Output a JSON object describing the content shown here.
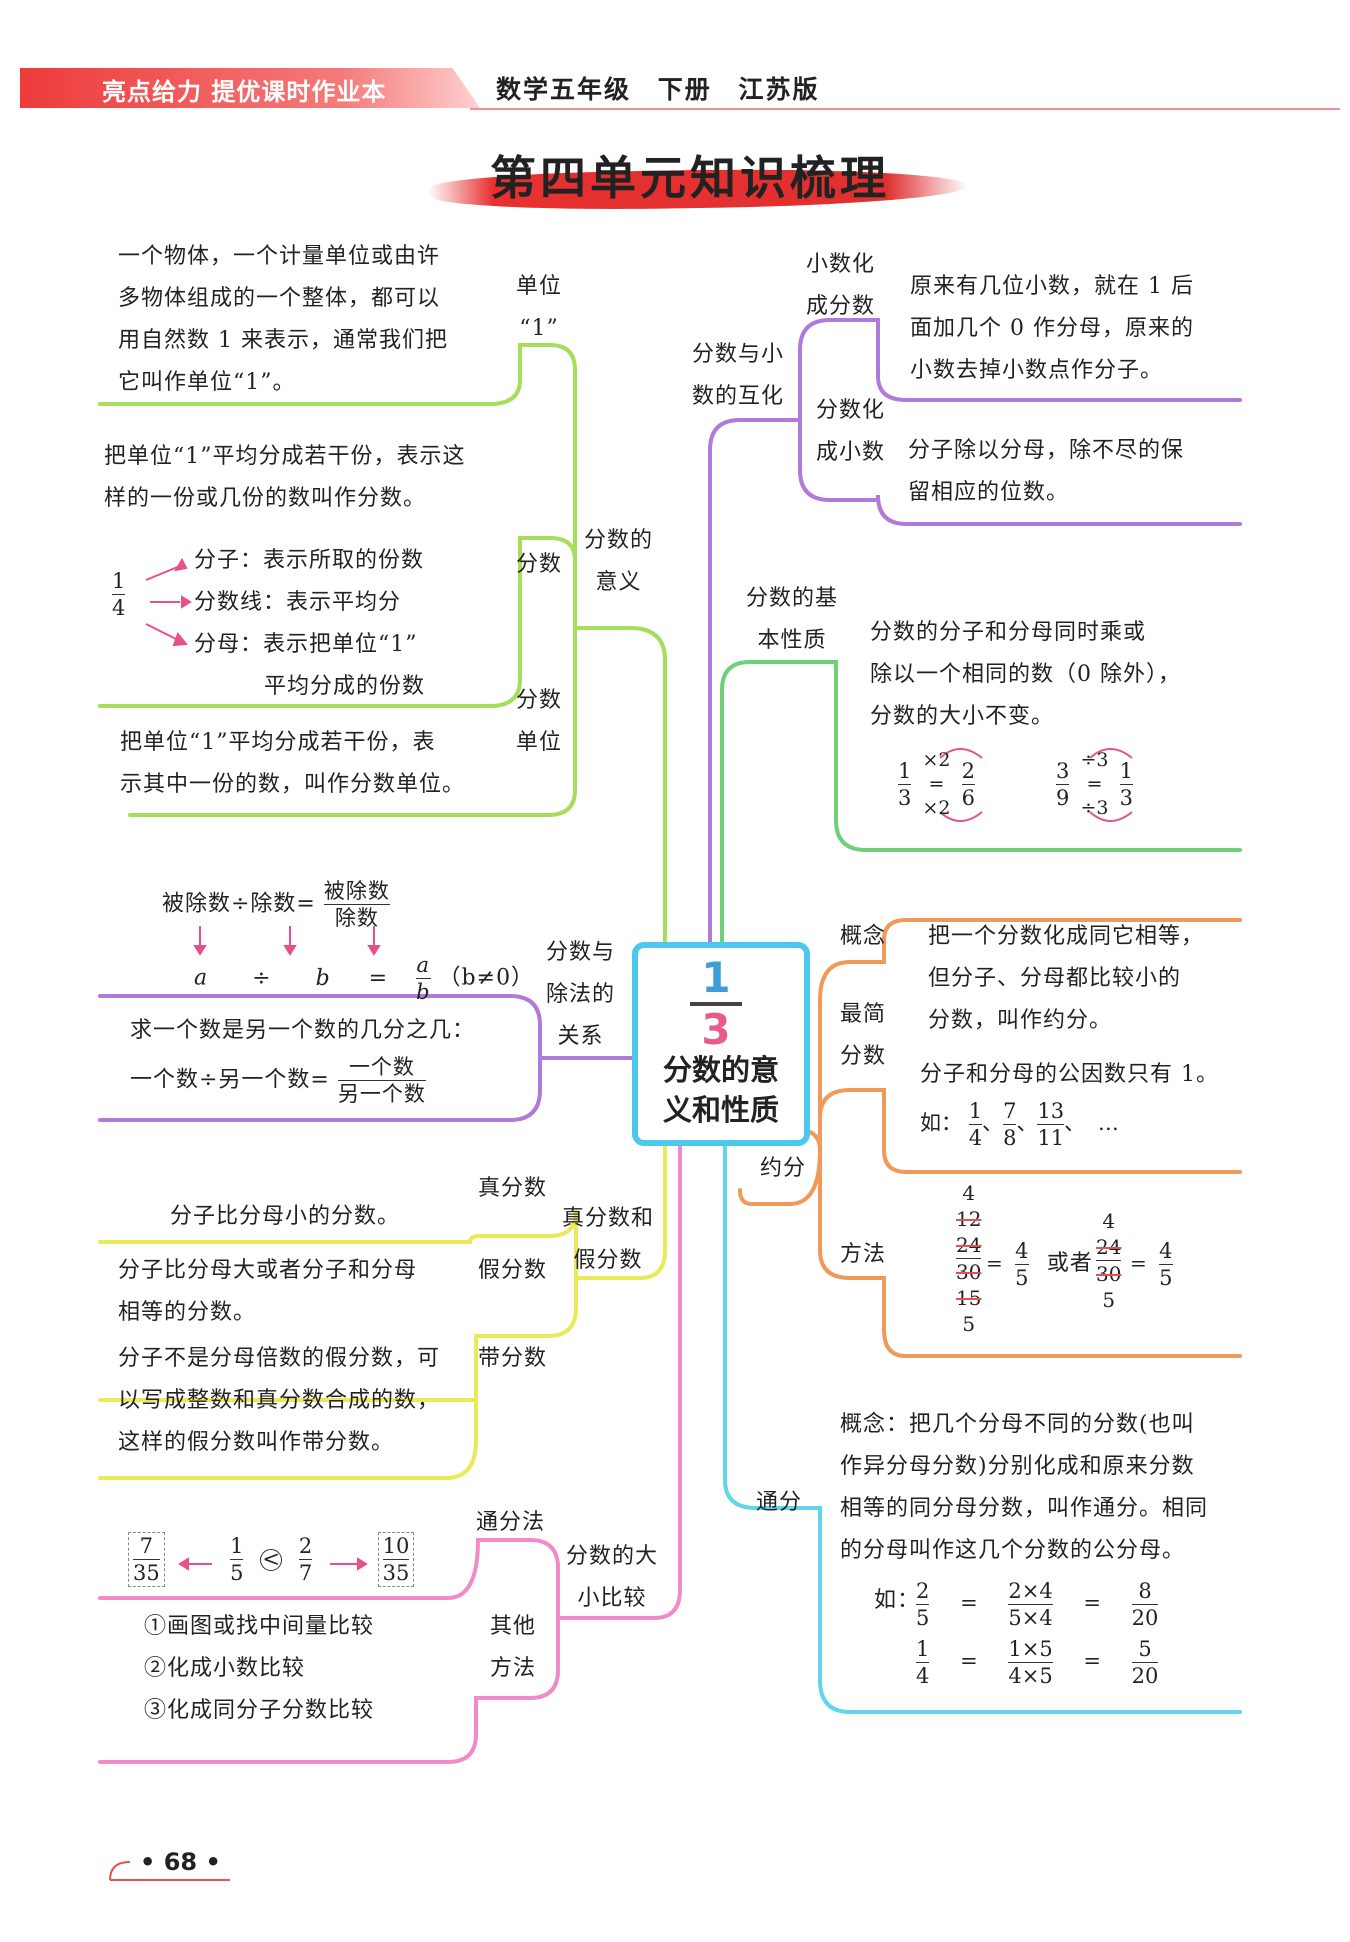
{
  "header": {
    "brand": "亮点给力 提优课时作业本",
    "subject": "数学五年级",
    "volume": "下册",
    "edition": "江苏版"
  },
  "title": "第四单元知识梳理",
  "center": {
    "numerator": "1",
    "denominator": "3",
    "title_line1": "分数的意",
    "title_line2": "义和性质"
  },
  "left": {
    "meaning": {
      "label": [
        "分数的",
        "意义"
      ],
      "unit": {
        "label": [
          "单位",
          "“1”"
        ],
        "text": [
          "一个物体，一个计量单位或由许",
          "多物体组成的一个整体，都可以",
          "用自然数 1 来表示，通常我们把",
          "它叫作单位“1”。"
        ]
      },
      "fraction": {
        "label": "分数",
        "text": [
          "把单位“1”平均分成若干份，表示这",
          "样的一份或几份的数叫作分数。"
        ],
        "example_num": "1",
        "example_den": "4",
        "parts": [
          "分子：表示所取的份数",
          "分数线：表示平均分",
          "分母：表示把单位“1”",
          "平均分成的份数"
        ]
      },
      "fraction_unit": {
        "label": [
          "分数",
          "单位"
        ],
        "text": [
          "把单位“1”平均分成若干份，表",
          "示其中一份的数，叫作分数单位。"
        ]
      }
    },
    "division": {
      "label": [
        "分数与",
        "除法的",
        "关系"
      ],
      "formula_left": "被除数÷除数=",
      "formula_num": "被除数",
      "formula_den": "除数",
      "letters": [
        "a",
        "÷",
        "b",
        "="
      ],
      "letter_num": "a",
      "letter_den": "b",
      "condition": "（b≠0）",
      "question": "求一个数是另一个数的几分之几：",
      "q_formula_left": "一个数÷另一个数=",
      "q_num": "一个数",
      "q_den": "另一个数"
    },
    "proper": {
      "label": [
        "真分数和",
        "假分数"
      ],
      "proper_label": "真分数",
      "proper_text": "分子比分母小的分数。",
      "improper_label": "假分数",
      "improper_text": [
        "分子比分母大或者分子和分母",
        "相等的分数。"
      ],
      "mixed_label": "带分数",
      "mixed_text": [
        "分子不是分母倍数的假分数，可",
        "以写成整数和真分数合成的数，",
        "这样的假分数叫作带分数。"
      ]
    },
    "compare": {
      "label": [
        "分数的大",
        "小比较"
      ],
      "common_label": "通分法",
      "fracs": [
        {
          "n": "7",
          "d": "35"
        },
        {
          "n": "1",
          "d": "5"
        },
        {
          "n": "2",
          "d": "7"
        },
        {
          "n": "10",
          "d": "35"
        }
      ],
      "symbol": "<",
      "other_label": [
        "其他",
        "方法"
      ],
      "methods": [
        "①画图或找中间量比较",
        "②化成小数比较",
        "③化成同分子分数比较"
      ]
    }
  },
  "right": {
    "convert": {
      "label": [
        "分数与小",
        "数的互化"
      ],
      "d2f_label": [
        "小数化",
        "成分数"
      ],
      "d2f_text": [
        "原来有几位小数，就在 1 后",
        "面加几个 0 作分母，原来的",
        "小数去掉小数点作分子。"
      ],
      "f2d_label": [
        "分数化",
        "成小数"
      ],
      "f2d_text": [
        "分子除以分母，除不尽的保",
        "留相应的位数。"
      ]
    },
    "property": {
      "label": [
        "分数的基",
        "本性质"
      ],
      "text": [
        "分数的分子和分母同时乘或",
        "除以一个相同的数（0 除外），",
        "分数的大小不变。"
      ],
      "ex1": {
        "a_n": "1",
        "a_d": "3",
        "op_top": "×2",
        "op_bot": "×2",
        "b_n": "2",
        "b_d": "6"
      },
      "ex2": {
        "a_n": "3",
        "a_d": "9",
        "op_top": "÷3",
        "op_bot": "÷3",
        "b_n": "1",
        "b_d": "3"
      }
    },
    "reduce": {
      "label": "约分",
      "concept_label": "概念",
      "concept_text": [
        "把一个分数化成同它相等，",
        "但分子、分母都比较小的",
        "分数，叫作约分。"
      ],
      "simplest_label": [
        "最简",
        "分数"
      ],
      "simplest_text": "分子和分母的公因数只有 1。",
      "example_prefix": "如：",
      "examples": [
        {
          "n": "1",
          "d": "4"
        },
        {
          "n": "7",
          "d": "8"
        },
        {
          "n": "13",
          "d": "11"
        }
      ],
      "example_sep": "、",
      "ellipsis": "…",
      "method_label": "方法",
      "method1": {
        "top2": "4",
        "top1": "12",
        "n": "24",
        "d": "30",
        "bot1": "15",
        "bot2": "5",
        "rn": "4",
        "rd": "5"
      },
      "or": "或者",
      "method2": {
        "top": "4",
        "n": "24",
        "d": "30",
        "bot": "5",
        "rn": "4",
        "rd": "5"
      }
    },
    "common": {
      "label": "通分",
      "text": [
        "概念：把几个分母不同的分数(也叫",
        "作异分母分数)分别化成和原来分数",
        "相等的同分母分数，叫作通分。相同",
        "的分母叫作这几个分数的公分母。"
      ],
      "example_prefix": "如：",
      "row1": {
        "n": "2",
        "d": "5",
        "cn": "2×4",
        "cd": "5×4",
        "rn": "8",
        "rd": "20"
      },
      "row2": {
        "n": "1",
        "d": "4",
        "cn": "1×5",
        "cd": "4×5",
        "rn": "5",
        "rd": "20"
      }
    }
  },
  "page_number": "• 68 •",
  "colors": {
    "green": "#a6dd5a",
    "purple": "#b07ad8",
    "yellow": "#eaea58",
    "pink": "#f08ac8",
    "teal": "#5fd6ea",
    "darkgreen": "#6fd07a",
    "orange": "#f09a5a",
    "header_red": "#ee3b3b"
  }
}
